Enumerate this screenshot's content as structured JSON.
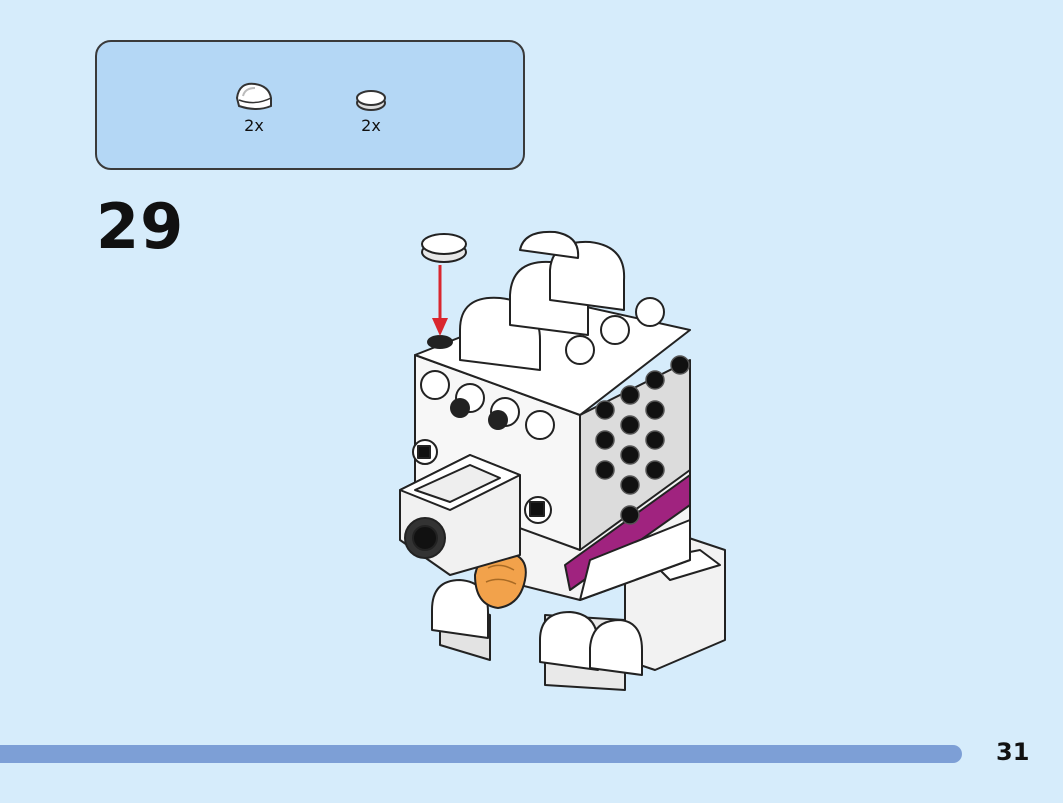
{
  "parts": [
    {
      "icon": "curved-slope-brick-icon",
      "quantity": "2x"
    },
    {
      "icon": "round-tile-icon",
      "quantity": "2x"
    }
  ],
  "step": {
    "number": "29"
  },
  "page": {
    "number": "31"
  },
  "colors": {
    "background": "#d6ecfb",
    "parts_box": "#b4d7f5",
    "progress_bar": "#7d9fd6",
    "arrow": "#d9262e",
    "collar": "#a0237f",
    "tongue": "#f2a24b"
  }
}
